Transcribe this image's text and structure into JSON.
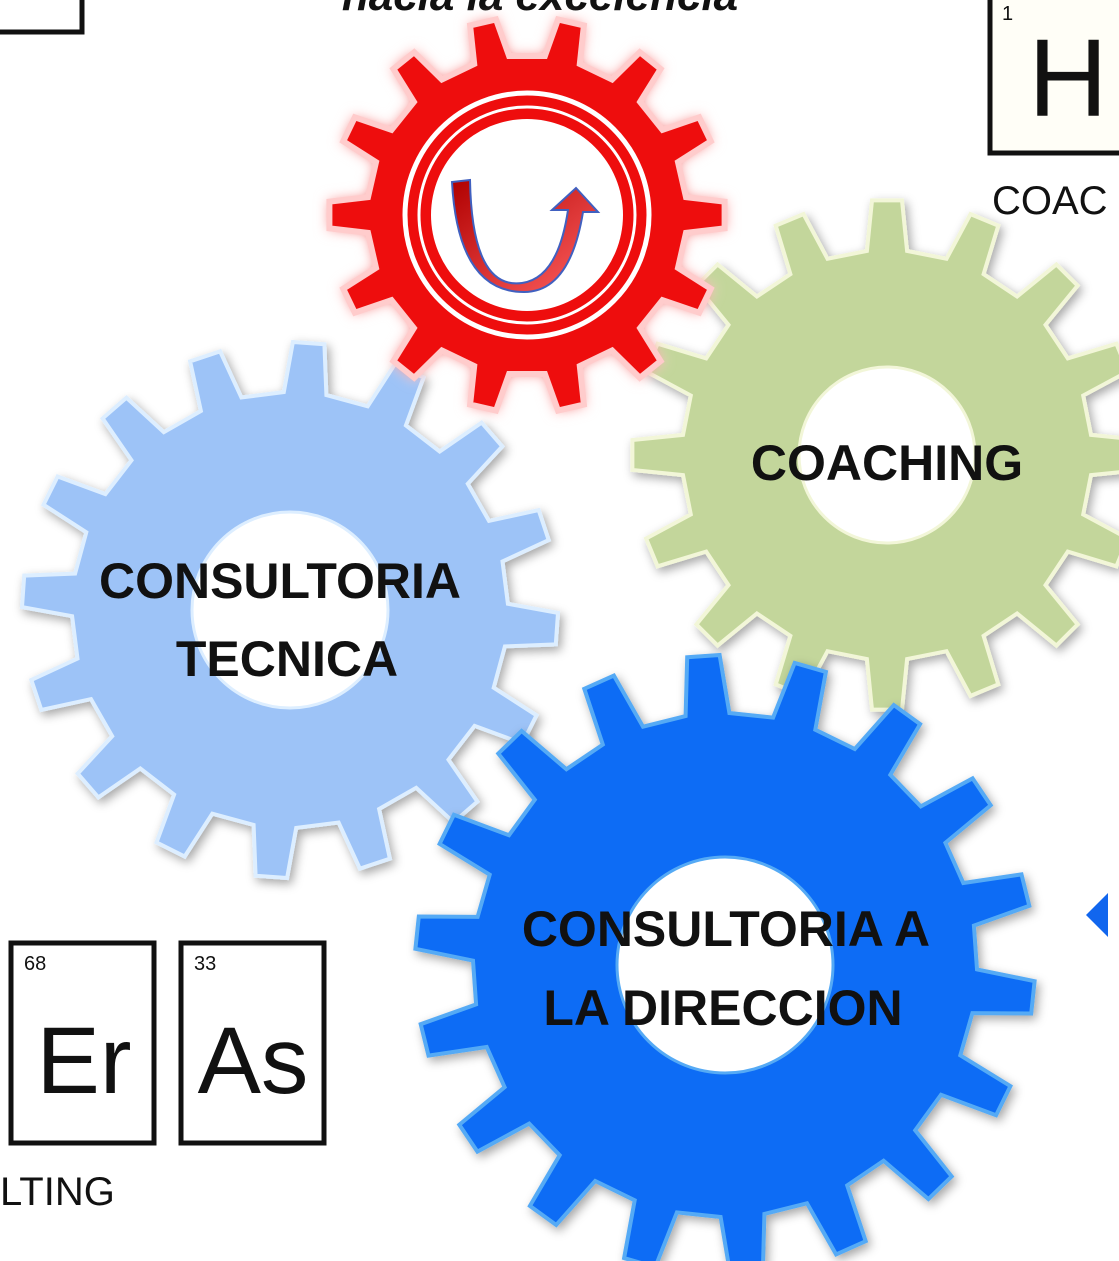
{
  "header": {
    "title_partial": "hacia la excelencia"
  },
  "gears": {
    "center": {
      "label_lines": [],
      "color": "#EE1111",
      "icon": "u-turn-arrow-icon"
    },
    "coaching": {
      "label_lines": [
        "COACHING"
      ],
      "color": "#C3D69B"
    },
    "technical": {
      "label_lines": [
        "CONSULTORIA",
        "TECNICA"
      ],
      "color": "#9DC3F7"
    },
    "management": {
      "label_lines": [
        "CONSULTORIA A",
        "LA DIRECCION"
      ],
      "color": "#0A6CF5"
    }
  },
  "logo_top": {
    "element_number": "1",
    "element_symbol": "H",
    "caption_partial": "COAC"
  },
  "logo_bottom": {
    "elements": [
      {
        "number": "68",
        "symbol": "Er"
      },
      {
        "number": "33",
        "symbol": "As"
      }
    ],
    "caption_partial": "LTING"
  },
  "decorations": {
    "right_arrow_icon": "triangle-left-icon",
    "arrow_color": "#1166EE"
  }
}
